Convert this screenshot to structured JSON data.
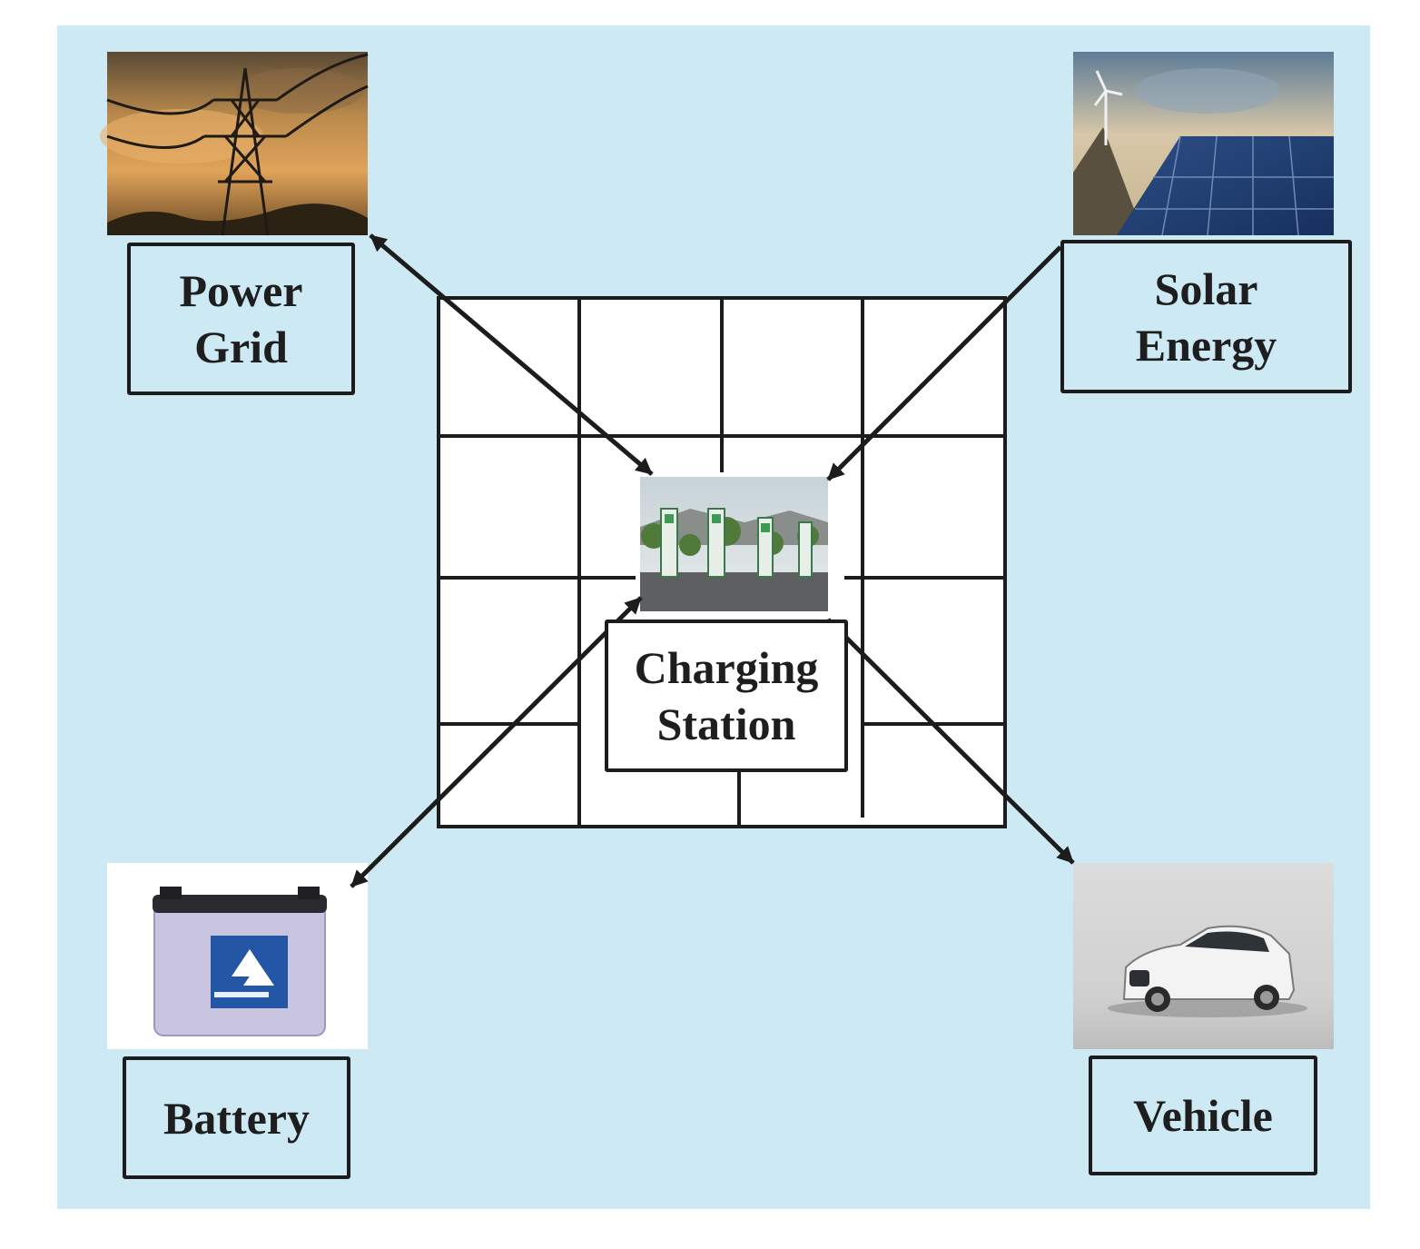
{
  "colors": {
    "background": "#cde9f3",
    "line": "#1c1c1c",
    "grid_fill": "#ffffff"
  },
  "nodes": {
    "power_grid": {
      "line1": "Power",
      "line2": "Grid",
      "image": "power-transmission-tower-sunset"
    },
    "solar_energy": {
      "line1": "Solar",
      "line2": "Energy",
      "image": "solar-panels-wind-turbine"
    },
    "charging_station": {
      "line1": "Charging",
      "line2": "Station",
      "image": "ev-charging-station"
    },
    "battery": {
      "label": "Battery",
      "image": "lead-acid-battery"
    },
    "vehicle": {
      "label": "Vehicle",
      "image": "electric-suv"
    }
  },
  "links": [
    {
      "from": "power_grid",
      "to": "charging_station",
      "direction": "both"
    },
    {
      "from": "solar_energy",
      "to": "charging_station",
      "direction": "forward"
    },
    {
      "from": "charging_station",
      "to": "battery",
      "direction": "both"
    },
    {
      "from": "charging_station",
      "to": "vehicle",
      "direction": "both"
    }
  ]
}
